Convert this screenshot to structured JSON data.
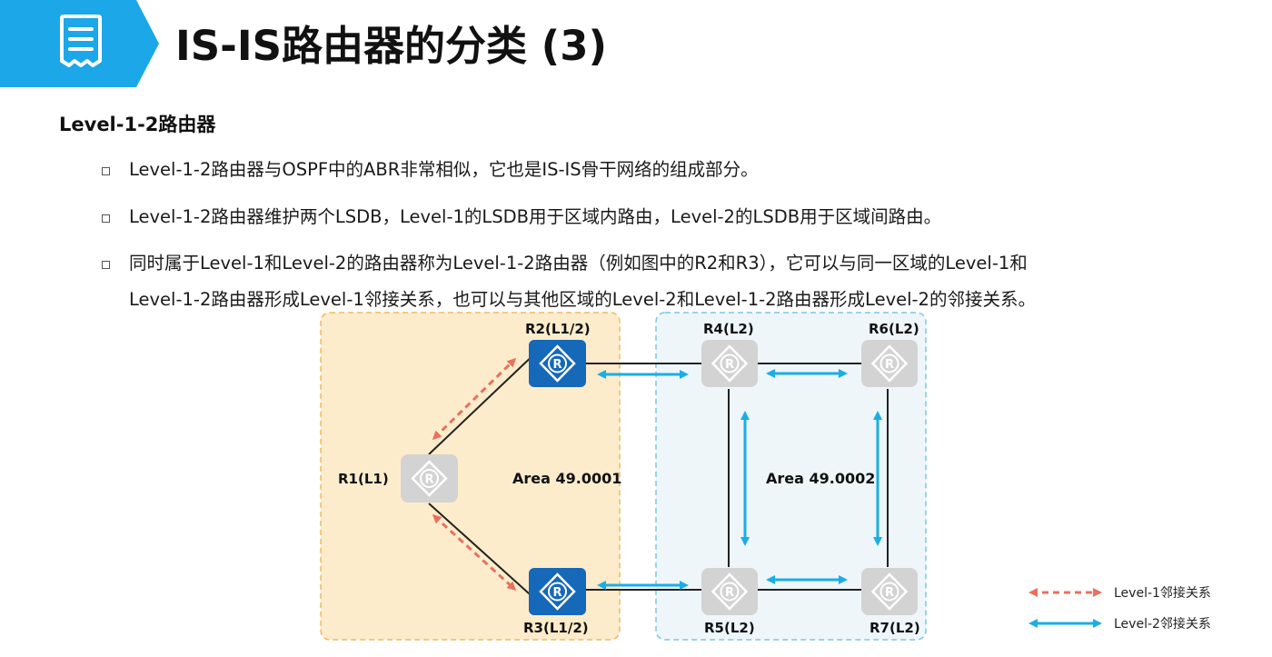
{
  "header": {
    "title": "IS-IS路由器的分类 (3)",
    "icon": "document-list-icon",
    "band_color": "#1ba7e8"
  },
  "section": {
    "title": "Level-1-2路由器"
  },
  "bullets": [
    {
      "lines": [
        "Level-1-2路由器与OSPF中的ABR非常相似，它也是IS-IS骨干网络的组成部分。"
      ]
    },
    {
      "lines": [
        "Level-1-2路由器维护两个LSDB，Level-1的LSDB用于区域内路由，Level-2的LSDB用于区域间路由。"
      ]
    },
    {
      "lines": [
        "同时属于Level-1和Level-2的路由器称为Level-1-2路由器（例如图中的R2和R3），它可以与同一区域的Level-1和",
        "Level-1-2路由器形成Level-1邻接关系，也可以与其他区域的Level-2和Level-1-2路由器形成Level-2的邻接关系。"
      ]
    }
  ],
  "diagram": {
    "areas": [
      {
        "label": "Area 49.0001",
        "fill": "#fdeccb",
        "border": "#f4b860"
      },
      {
        "label": "Area 49.0002",
        "fill": "#eef6fa",
        "border": "#7cc6e4"
      }
    ],
    "routers": [
      {
        "id": "R1",
        "label": "R1(L1)",
        "style": "gray"
      },
      {
        "id": "R2",
        "label": "R2(L1/2)",
        "style": "blue"
      },
      {
        "id": "R3",
        "label": "R3(L1/2)",
        "style": "blue"
      },
      {
        "id": "R4",
        "label": "R4(L2)",
        "style": "gray"
      },
      {
        "id": "R5",
        "label": "R5(L2)",
        "style": "gray"
      },
      {
        "id": "R6",
        "label": "R6(L2)",
        "style": "gray"
      },
      {
        "id": "R7",
        "label": "R7(L2)",
        "style": "gray"
      }
    ],
    "router_glyph": "R",
    "colors": {
      "router_blue": "#1668b8",
      "router_gray": "#d3d3d3",
      "level1_arrow": "#e8705e",
      "level2_arrow": "#1aaee6"
    },
    "legend": [
      {
        "label": "Level-1邻接关系",
        "style": "dashed-red"
      },
      {
        "label": "Level-2邻接关系",
        "style": "solid-blue"
      }
    ]
  }
}
